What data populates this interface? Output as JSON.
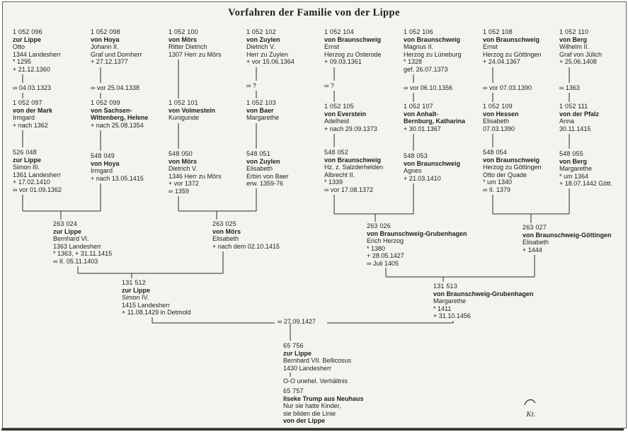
{
  "page": {
    "title": "Vorfahren der Familie von der Lippe",
    "signature": "Kt."
  },
  "persons": {
    "p1052096": {
      "id": "1 052 096",
      "family": "zur Lippe",
      "details": [
        "Otto",
        "1344 Landesherr",
        "* 1295",
        "+ 21.12.1360"
      ]
    },
    "p1052098": {
      "id": "1 052 098",
      "family": "von Hoya",
      "details": [
        "Johann II.",
        "Graf und Domherr",
        "+ 27.12.1377"
      ]
    },
    "p1052100": {
      "id": "1 052 100",
      "family": "von Mörs",
      "details": [
        "Ritter Dietrich",
        "1307 Herr zu Mörs"
      ]
    },
    "p1052102": {
      "id": "1 052 102",
      "family": "von Zuylen",
      "details": [
        "Dietrich V.",
        "Herr zu Zuylen",
        "+ vor 15.06.1364"
      ]
    },
    "p1052104": {
      "id": "1 052 104",
      "family": "von Braunschweig",
      "details": [
        "Ernst",
        "Herzog zu Osterode",
        "+ 09.03.1361"
      ]
    },
    "p1052106": {
      "id": "1 052 106",
      "family": "von Braunschweig",
      "details": [
        "Magnus II.",
        "Herzog zu Lüneburg",
        "* 1328",
        "gef. 26.07.1373"
      ]
    },
    "p1052108": {
      "id": "1 052 108",
      "family": "von Braunschweig",
      "details": [
        "Ernst",
        "Herzog zu Göttingen",
        "+ 24.04.1367"
      ]
    },
    "p1052110": {
      "id": "1 052 110",
      "family": "von Berg",
      "details": [
        "Wilhelm II.",
        "Graf von Jülich",
        "+ 25.06.1408"
      ]
    },
    "p1052097": {
      "id": "1 052 097",
      "family": "von der Mark",
      "details": [
        "Irmgard",
        "+ nach 1362"
      ]
    },
    "p1052099": {
      "id": "1 052 099",
      "family": "von Sachsen-",
      "family2": "Wittenberg, Helene",
      "details": [
        "+ nach 25.08.1354"
      ]
    },
    "p1052101": {
      "id": "1 052 101",
      "family": "von Volmestein",
      "details": [
        "Kunigunde"
      ]
    },
    "p1052103": {
      "id": "1 052 103",
      "family": "von Baer",
      "details": [
        "Margarethe"
      ]
    },
    "p1052105": {
      "id": "1 052 105",
      "family": "von Everstein",
      "details": [
        "Adelheid",
        "+ nach 29.09.1373"
      ]
    },
    "p1052107": {
      "id": "1 052 107",
      "family": "von Anhalt-",
      "family2": "Bernburg, Katharina",
      "details": [
        "+ 30.01.1367"
      ]
    },
    "p1052109": {
      "id": "1 052 109",
      "family": "von Hessen",
      "details": [
        "Elisabeth",
        "07.03.1390"
      ]
    },
    "p1052111": {
      "id": "1 052 111",
      "family": "von der Pfalz",
      "details": [
        "Anna",
        "30.11.1415"
      ]
    },
    "p526048": {
      "id": "526 048",
      "family": "zur Lippe",
      "details": [
        "Simon III.",
        "1361 Landesherr",
        "+ 17.02.1410",
        "∞ vor 01.09.1362"
      ]
    },
    "p548049": {
      "id": "548 049",
      "family": "von Hoya",
      "details": [
        "Irmgard",
        "+ nach 13.05.1415"
      ]
    },
    "p548050": {
      "id": "548 050",
      "family": "von Mörs",
      "details": [
        "Dietrich V.",
        "1346 Herr zu Mörs",
        "+ vor 1372",
        "∞ 1359"
      ]
    },
    "p548051": {
      "id": "548 051",
      "family": "von Zuylen",
      "details": [
        "Elisabeth",
        "Erbin von Baer",
        "erw. 1359-76"
      ]
    },
    "p548052": {
      "id": "548 052",
      "family": "von Braunschweig",
      "details": [
        "Hz. z. Salzderhelden",
        "Albrecht II.",
        "* 1339",
        "∞ vor 17.08.1372"
      ]
    },
    "p548053": {
      "id": "548 053",
      "family": "von Braunschweig",
      "details": [
        "Agnes",
        "+ 21.03.1410"
      ]
    },
    "p548054": {
      "id": "548 054",
      "family": "von Braunschweig",
      "details": [
        "Herzog zu Göttingen",
        "Otto der Quade",
        "* um 1340",
        "∞ II. 1379"
      ]
    },
    "p548055": {
      "id": "548 055",
      "family": "von Berg",
      "details": [
        "Margarethe",
        "* um 1364",
        "+ 18.07.1442 Gött."
      ]
    },
    "p263024": {
      "id": "263 024",
      "family": "zur Lippe",
      "details": [
        "Bernhard VI.",
        "1363 Landesherr",
        "* 1363, + 31.11.1415",
        "∞ II. 05.11.1403"
      ]
    },
    "p263025": {
      "id": "263 025",
      "family": "von Mörs",
      "details": [
        "Elisabeth",
        "+ nach dem 02.10.1415"
      ]
    },
    "p263026": {
      "id": "263 026",
      "family": "von Braunschweig-Grubenhagen",
      "details": [
        "Erich Herzog",
        "* 1380",
        "+ 28.05.1427",
        "∞ Juli 1405"
      ]
    },
    "p263027": {
      "id": "263 027",
      "family": "von Braunschweig-Göttingen",
      "details": [
        "Elisabeth",
        "+ 1444"
      ]
    },
    "p131512": {
      "id": "131 512",
      "family": "zur Lippe",
      "details": [
        "Simon IV.",
        "1415 Landesherr",
        "+ 11.08.1429 in Detmold"
      ]
    },
    "p131513": {
      "id": "131 513",
      "family": "von Braunschweig-Grubenhagen",
      "details": [
        "Margarethe",
        "* 1411",
        "+ 31.10.1456"
      ]
    },
    "p65756": {
      "id": "65 756",
      "family": "zur Lippe",
      "details": [
        "Bernhard VII. Bellicosus",
        "1430 Landesherr"
      ]
    },
    "p65757": {
      "id": "65 757",
      "family": "Ilseke Trump aus Neuhaus",
      "details": [
        "Nur sie hatte Kinder,",
        "sie bilden die Linie"
      ],
      "tail": "von der Lippe"
    }
  },
  "marriages": {
    "m096": "∞ 04.03.1323",
    "m098": "∞ vor 25.04.1338",
    "m102": "∞ ?",
    "m104": "∞ ?",
    "m106": "∞ vor 06.10.1356",
    "m108": "∞ vor 07.03.1390",
    "m110": "∞ 1363",
    "m131512": "∞ 27.09.1427",
    "union": "O-O unehel. Verhältnis"
  }
}
